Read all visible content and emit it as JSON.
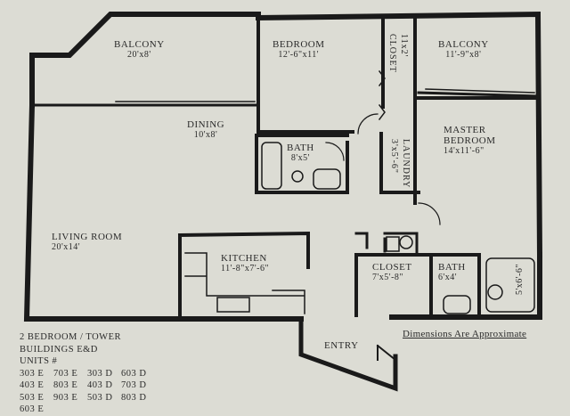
{
  "rooms": {
    "balcony_left": {
      "name": "BALCONY",
      "dim": "20'x8'"
    },
    "bedroom": {
      "name": "BEDROOM",
      "dim": "12'-6\"x11'"
    },
    "closet_top": {
      "name": "CLOSET",
      "dim": "11x2'"
    },
    "balcony_right": {
      "name": "BALCONY",
      "dim": "11'-9\"x8'"
    },
    "dining": {
      "name": "DINING",
      "dim": "10'x8'"
    },
    "bath_upper": {
      "name": "BATH",
      "dim": "8'x5'"
    },
    "laundry": {
      "name": "LAUNDRY",
      "dim": "3'x5'-6\""
    },
    "master_bedroom": {
      "name_line1": "MASTER",
      "name_line2": "BEDROOM",
      "dim": "14'x11'-6\""
    },
    "living_room": {
      "name": "LIVING ROOM",
      "dim": "20'x14'"
    },
    "kitchen": {
      "name": "KITCHEN",
      "dim": "11'-8\"x7'-6\""
    },
    "closet_lower": {
      "name": "CLOSET",
      "dim": "7'x5'-8\""
    },
    "bath_lower": {
      "name": "BATH",
      "dim": "6'x4'"
    },
    "shower": {
      "dim": "5'x6'-6\""
    },
    "entry": {
      "name": "ENTRY"
    }
  },
  "legend": {
    "line1": "2 BEDROOM / TOWER",
    "line2": "BUILDINGS E&D",
    "line3": "UNITS #",
    "units": [
      [
        "303 E",
        "703 E",
        "303 D",
        "603 D"
      ],
      [
        "403 E",
        "803 E",
        "403 D",
        "703 D"
      ],
      [
        "503 E",
        "903 E",
        "503 D",
        "803 D"
      ],
      [
        "603 E"
      ]
    ]
  },
  "note": "Dimensions Are Approximate"
}
